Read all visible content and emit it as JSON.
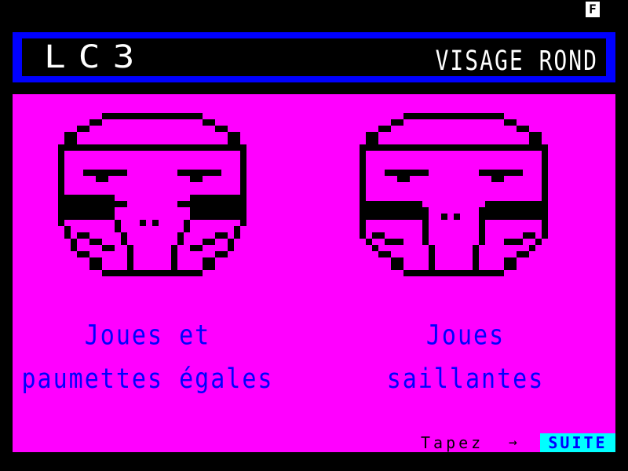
{
  "status": {
    "indicator": "F"
  },
  "header": {
    "code": "LC3",
    "title": "VISAGE ROND"
  },
  "faces": [
    {
      "icon": "round-face-even-cheeks-icon",
      "caption_lines": [
        "Joues et",
        "paumettes égales"
      ]
    },
    {
      "icon": "round-face-prominent-cheeks-icon",
      "caption_lines": [
        "Joues",
        "saillantes"
      ]
    }
  ],
  "footer": {
    "prompt": "Tapez",
    "arrow": "→",
    "button_label": "SUITE"
  },
  "colors": {
    "background": "#000000",
    "header_border": "#0000ff",
    "panel": "#ff00ff",
    "caption_text": "#0000ff",
    "button_bg": "#00ffff",
    "button_text": "#0000ff"
  }
}
